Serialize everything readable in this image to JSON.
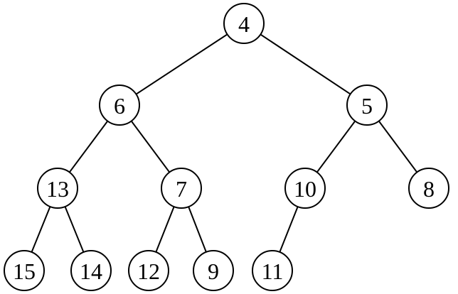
{
  "tree": {
    "nodes": [
      {
        "id": "n0",
        "label": "4"
      },
      {
        "id": "n1",
        "label": "6"
      },
      {
        "id": "n2",
        "label": "5"
      },
      {
        "id": "n3",
        "label": "13"
      },
      {
        "id": "n4",
        "label": "7"
      },
      {
        "id": "n5",
        "label": "10"
      },
      {
        "id": "n6",
        "label": "8"
      },
      {
        "id": "n7",
        "label": "15"
      },
      {
        "id": "n8",
        "label": "14"
      },
      {
        "id": "n9",
        "label": "12"
      },
      {
        "id": "n10",
        "label": "9"
      },
      {
        "id": "n11",
        "label": "11"
      }
    ],
    "edges": [
      {
        "from": "n0",
        "to": "n1"
      },
      {
        "from": "n0",
        "to": "n2"
      },
      {
        "from": "n1",
        "to": "n3"
      },
      {
        "from": "n1",
        "to": "n4"
      },
      {
        "from": "n2",
        "to": "n5"
      },
      {
        "from": "n2",
        "to": "n6"
      },
      {
        "from": "n3",
        "to": "n7"
      },
      {
        "from": "n3",
        "to": "n8"
      },
      {
        "from": "n4",
        "to": "n9"
      },
      {
        "from": "n4",
        "to": "n10"
      },
      {
        "from": "n5",
        "to": "n11"
      }
    ],
    "colors": {
      "stroke": "#000000",
      "fill": "#ffffff",
      "text": "#000000"
    }
  }
}
